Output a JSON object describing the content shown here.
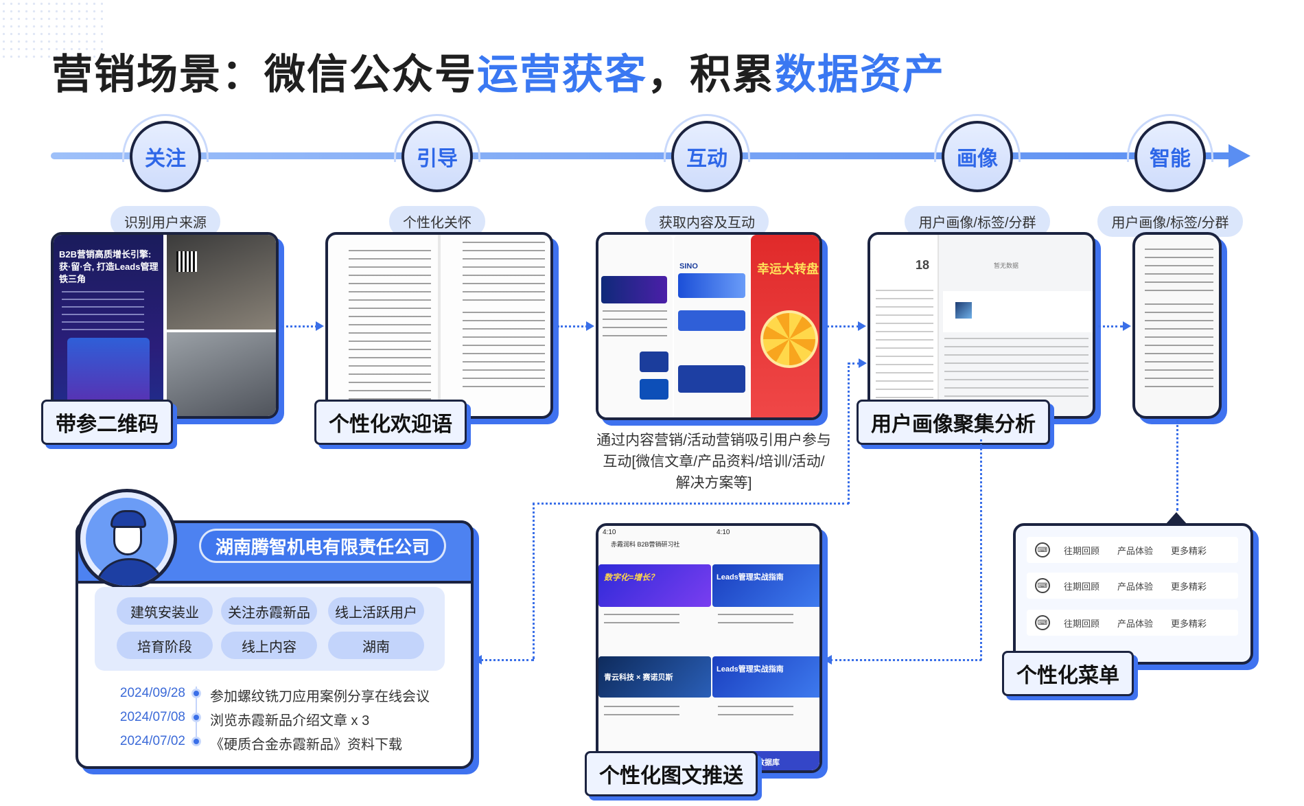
{
  "title": {
    "part1": "营销场景：微信公众号",
    "hl1": "运营获客",
    "part2": "，积累",
    "hl2": "数据资产"
  },
  "stages": [
    {
      "label": "关注",
      "sub": "识别用户来源"
    },
    {
      "label": "引导",
      "sub": "个性化关怀"
    },
    {
      "label": "互动",
      "sub": "获取内容及互动"
    },
    {
      "label": "画像",
      "sub": "用户画像/标签/分群"
    },
    {
      "label": "智能",
      "sub": "用户画像/标签/分群"
    }
  ],
  "panels": {
    "qr": "带参二维码",
    "welcome": "个性化欢迎语",
    "portrait": "用户画像聚集分析",
    "push": "个性化图文推送",
    "menu": "个性化菜单"
  },
  "screens": {
    "qr_banner": "B2B营销高质增长引擎: 获·留·合, 打造Leads管理铁三角",
    "interact_banner": "幸运大转盘",
    "interact_logo": "SINO",
    "portrait_number": "18",
    "portrait_status": "暂无数据",
    "push_time": "4:10",
    "push_header": "赤霞润科 B2B营销研习社",
    "push_item1": "数字化=增长？",
    "push_item2": "Leads管理实战指南",
    "push_item3": "青云科技 × 赛诺贝斯",
    "push_item4": "Leads管理实战指南",
    "push_bottom": "直播 数据库"
  },
  "interaction_desc": {
    "line1": "通过内容营销/活动营销吸引用户参与",
    "line2": "互动[微信文章/产品资料/培训/活动/",
    "line3": "解决方案等]"
  },
  "profile": {
    "company": "湖南腾智机电有限责任公司",
    "tags": [
      "建筑安装业",
      "关注赤霞新品",
      "线上活跃用户",
      "培育阶段",
      "线上内容",
      "湖南"
    ],
    "timeline": [
      {
        "date": "2024/09/28",
        "text": "参加螺纹铣刀应用案例分享在线会议"
      },
      {
        "date": "2024/07/08",
        "text": "浏览赤霞新品介绍文章 x 3"
      },
      {
        "date": "2024/07/02",
        "text": "《硬质合金赤霞新品》资料下载"
      }
    ]
  },
  "menu": {
    "items": [
      "往期回顾",
      "产品体验",
      "更多精彩"
    ],
    "keyboard_icon": "keyboard-icon"
  },
  "colors": {
    "accent": "#3a78f2",
    "dark": "#1b2340",
    "light": "#dbe6fb"
  }
}
